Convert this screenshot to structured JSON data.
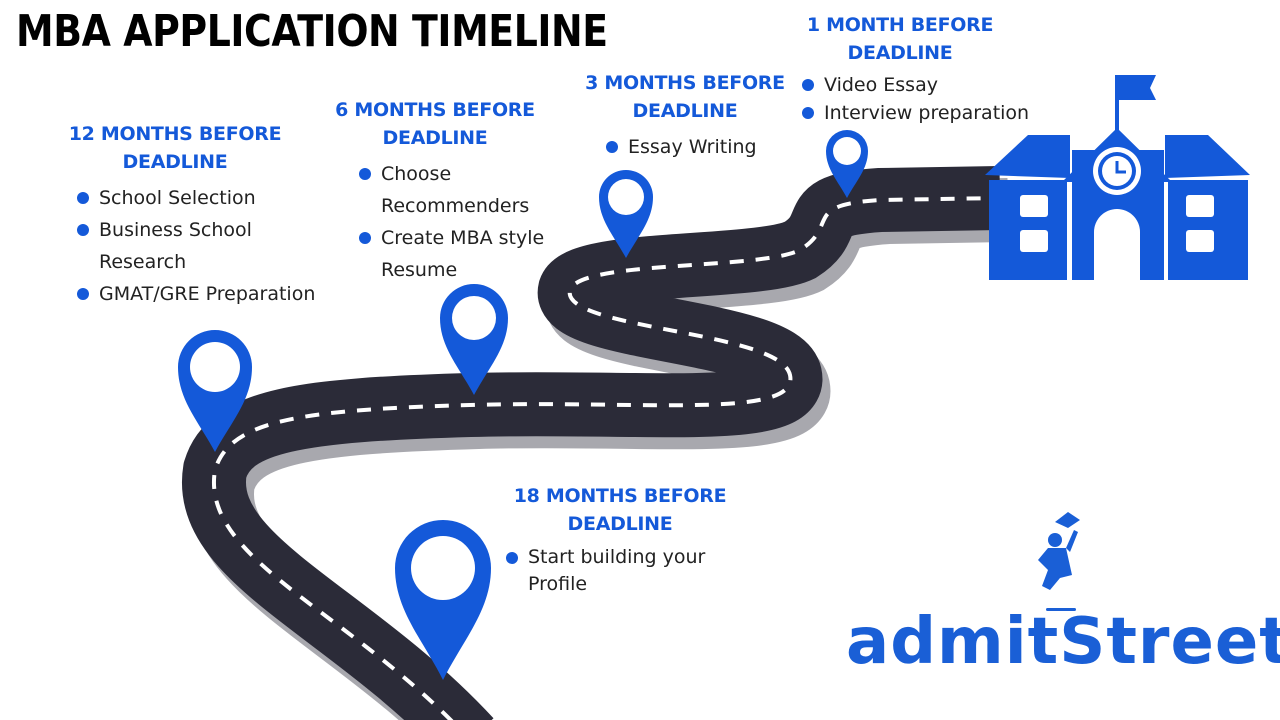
{
  "title": "MBA APPLICATION TIMELINE",
  "brand": {
    "name": "admitStreet"
  },
  "colors": {
    "accent": "#1459d9",
    "road": "#2b2b38",
    "road_shadow": "#a8a8ae",
    "lane": "#ffffff",
    "text": "#222222"
  },
  "icons": {
    "pin": "map-pin-icon",
    "school": "school-building-icon",
    "logo": "graduate-jumping-icon"
  },
  "stages": [
    {
      "heading": "18 MONTHS BEFORE DEADLINE",
      "items": [
        "Start building your Profile"
      ]
    },
    {
      "heading": "12 MONTHS BEFORE DEADLINE",
      "items": [
        "School Selection",
        "Business School Research",
        "GMAT/GRE Preparation"
      ]
    },
    {
      "heading": "6 MONTHS BEFORE DEADLINE",
      "items": [
        "Choose Recommenders",
        "Create MBA style Resume"
      ]
    },
    {
      "heading": "3 MONTHS BEFORE DEADLINE",
      "items": [
        "Essay Writing"
      ]
    },
    {
      "heading": "1 MONTH BEFORE DEADLINE",
      "items": [
        "Video Essay",
        "Interview preparation"
      ]
    }
  ]
}
